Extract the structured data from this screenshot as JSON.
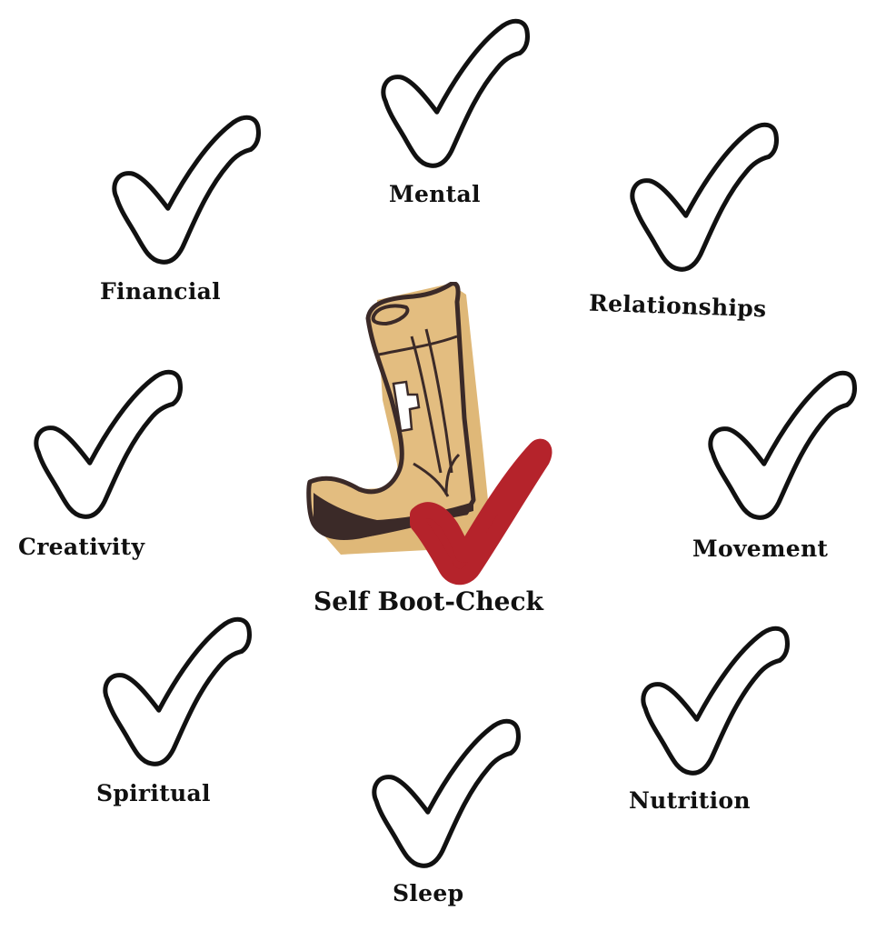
{
  "title": "Self Boot-Check",
  "colors": {
    "outline": "#111111",
    "boot_fill": "#dfb878",
    "boot_dark": "#3b2a28",
    "accent_check": "#b5232b",
    "background": "#ffffff"
  },
  "center": {
    "label": "Self Boot-Check",
    "icon": "cowboy-boot-icon",
    "check_icon": "red-checkmark-icon"
  },
  "items": [
    {
      "label": "Mental",
      "icon": "checkmark-outline-icon"
    },
    {
      "label": "Relationships",
      "icon": "checkmark-outline-icon"
    },
    {
      "label": "Movement",
      "icon": "checkmark-outline-icon"
    },
    {
      "label": "Nutrition",
      "icon": "checkmark-outline-icon"
    },
    {
      "label": "Sleep",
      "icon": "checkmark-outline-icon"
    },
    {
      "label": "Spiritual",
      "icon": "checkmark-outline-icon"
    },
    {
      "label": "Creativity",
      "icon": "checkmark-outline-icon"
    },
    {
      "label": "Financial",
      "icon": "checkmark-outline-icon"
    }
  ]
}
